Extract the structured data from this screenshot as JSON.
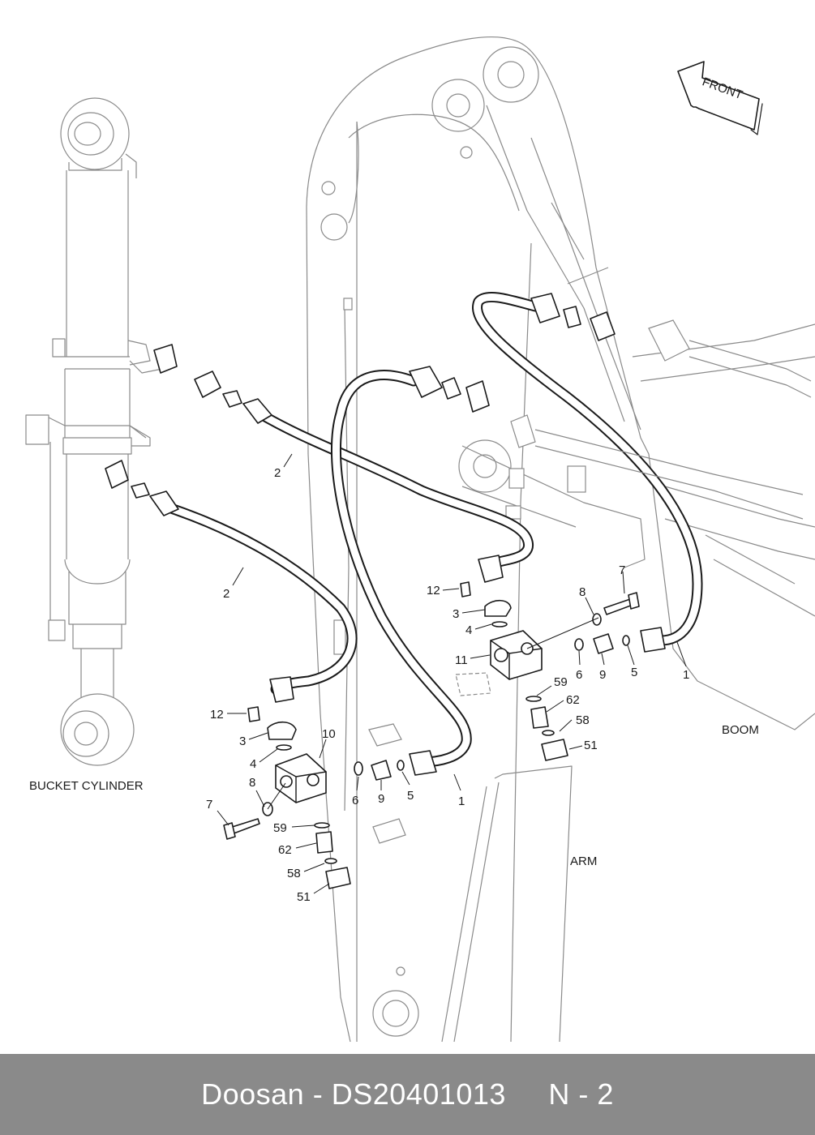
{
  "regions": {
    "bucket_cylinder": "BUCKET CYLINDER",
    "boom": "BOOM",
    "arm": "ARM",
    "front_arrow": "FRONT"
  },
  "callouts": {
    "left": {
      "hose_2_upper": "2",
      "hose_2_lower": "2",
      "bolt_12": "12",
      "clamp_3": "3",
      "oring_4": "4",
      "bolt_7": "7",
      "washer_8": "8",
      "block_10": "10",
      "oring_6": "6",
      "adapter_9": "9",
      "oring_5": "5",
      "hose_1": "1",
      "oring_59": "59",
      "adapter_62": "62",
      "oring_58": "58",
      "cap_51": "51"
    },
    "right": {
      "bolt_12": "12",
      "clamp_3": "3",
      "oring_4": "4",
      "bolt_7": "7",
      "washer_8": "8",
      "block_11": "11",
      "oring_6": "6",
      "adapter_9": "9",
      "oring_5": "5",
      "hose_1": "1",
      "oring_59": "59",
      "adapter_62": "62",
      "oring_58": "58",
      "cap_51": "51"
    }
  },
  "footer": {
    "brand": "Doosan",
    "separator": "-",
    "part_number": "DS20401013",
    "page_ref": "N - 2"
  }
}
